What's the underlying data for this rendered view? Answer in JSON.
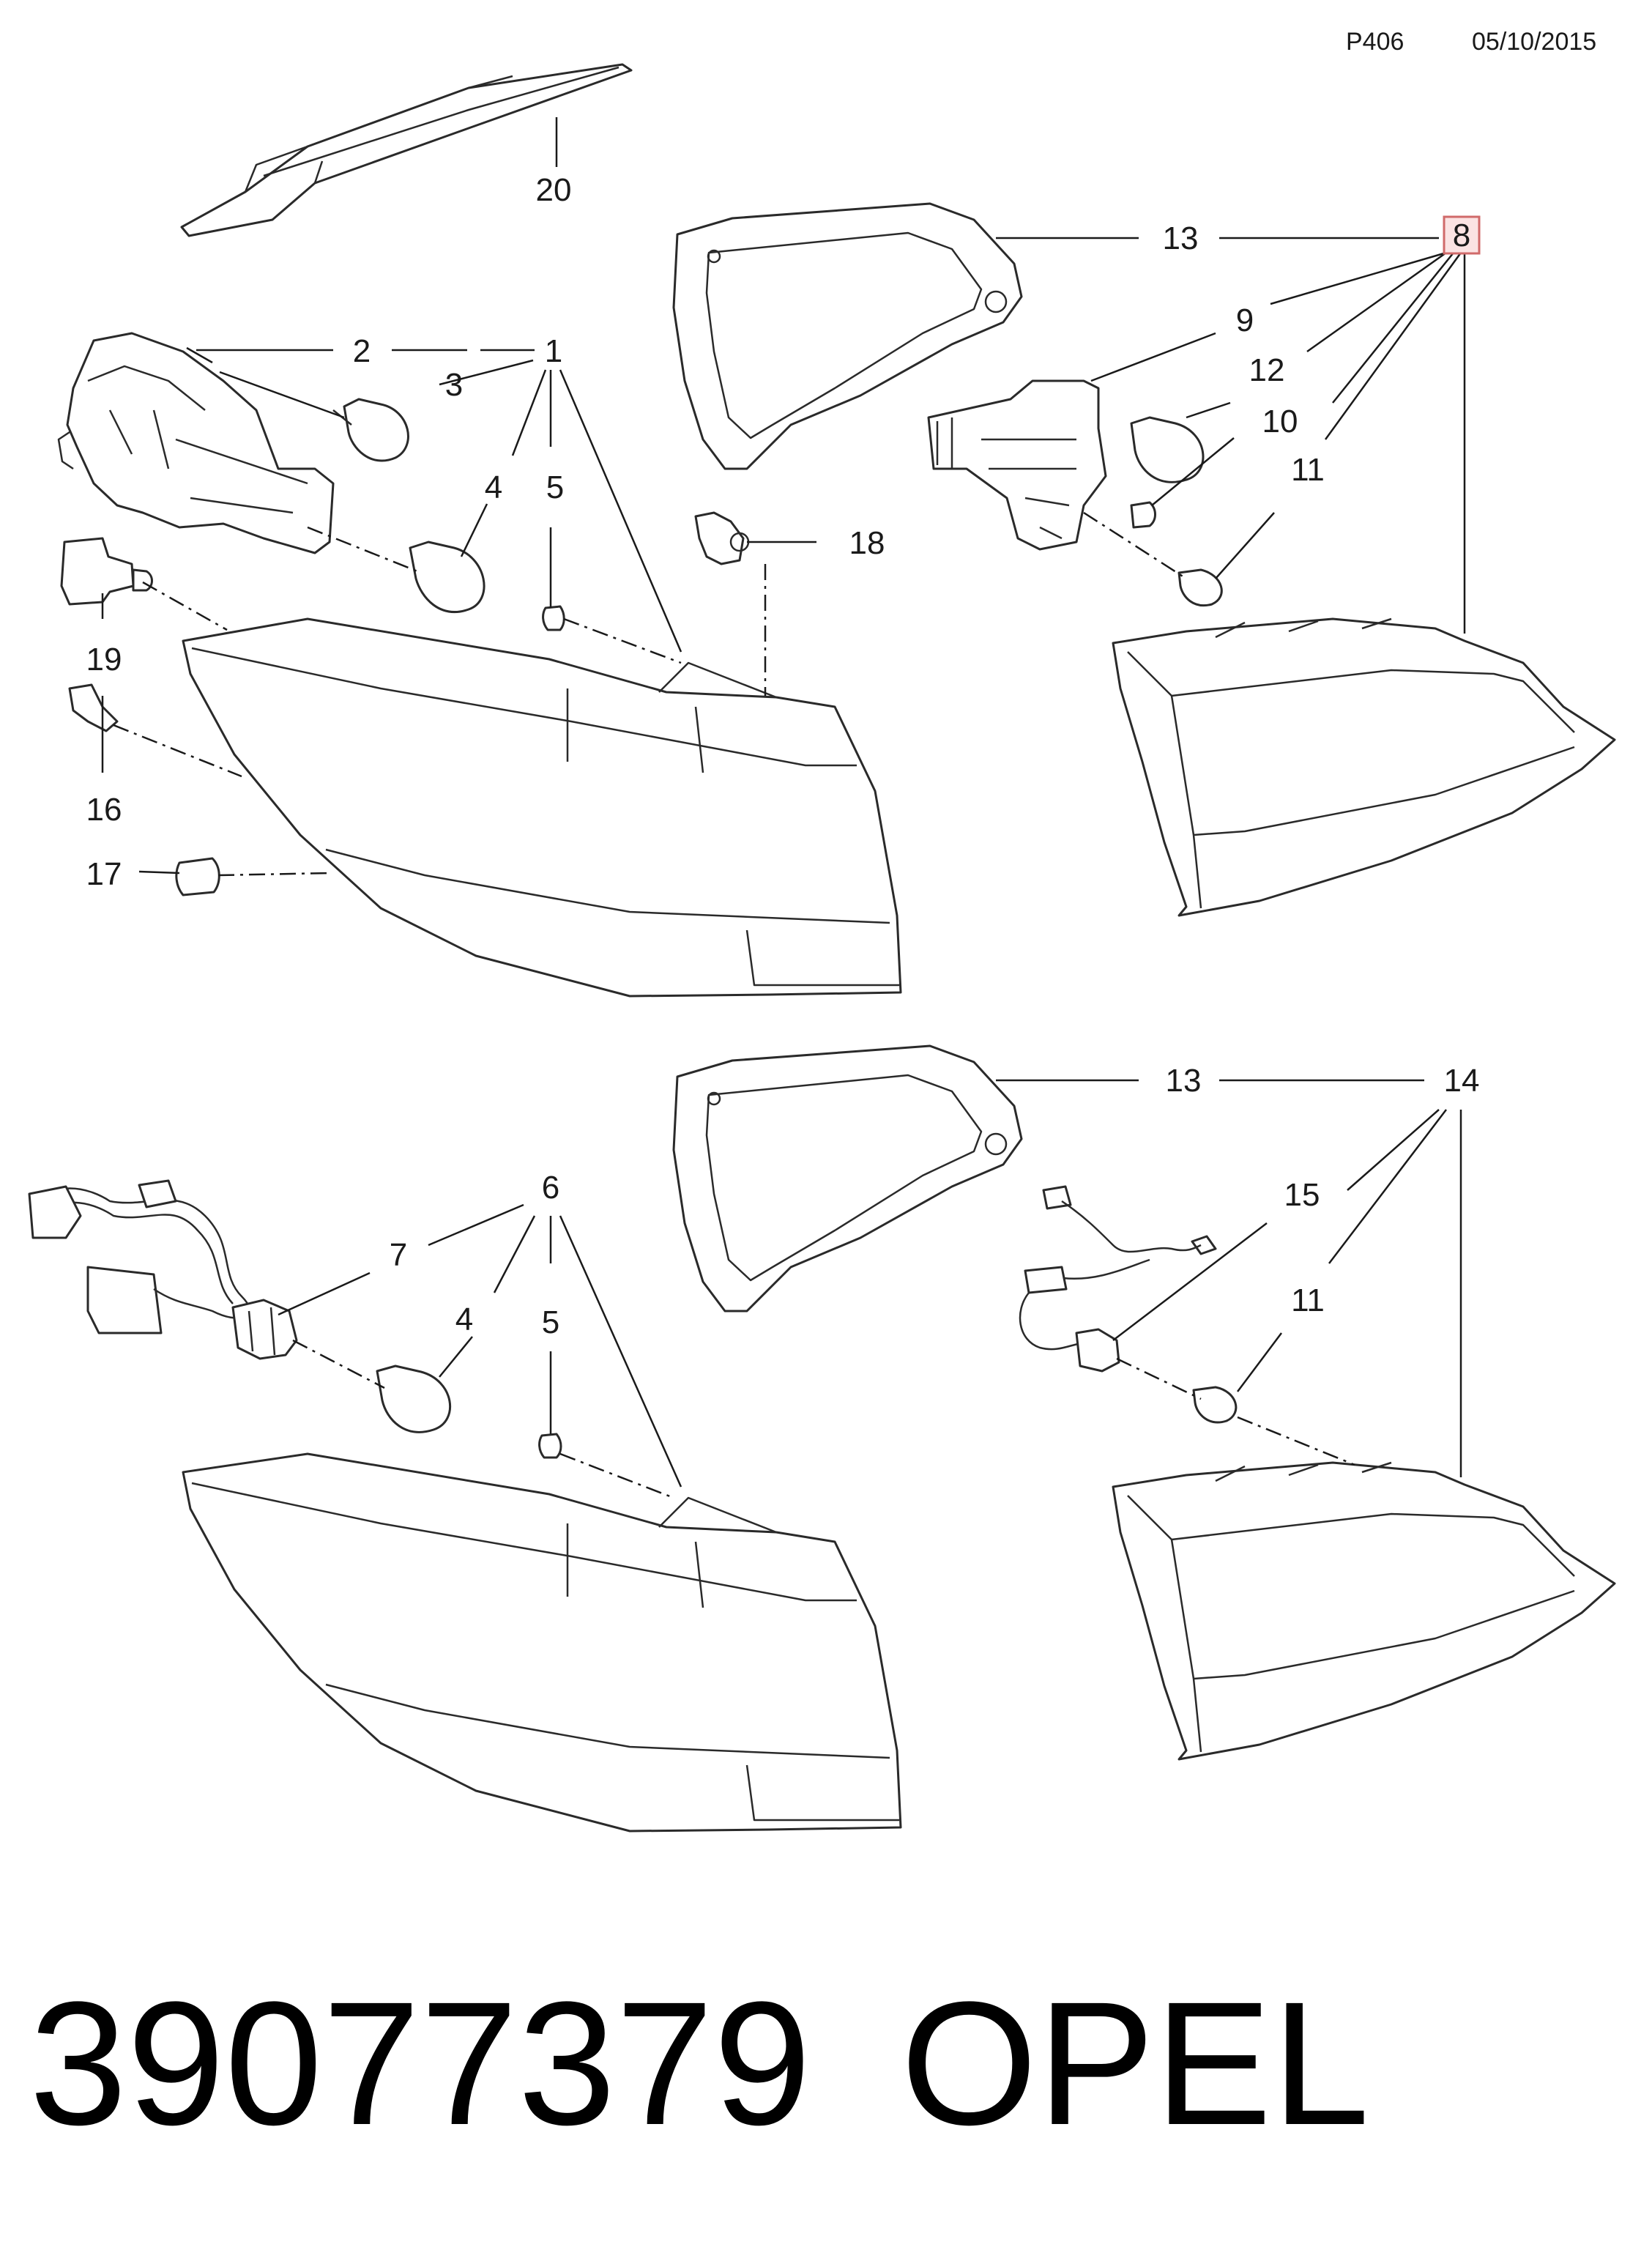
{
  "header": {
    "code": "P406",
    "date": "05/10/2015"
  },
  "callouts": {
    "c1": "1",
    "c2": "2",
    "c3": "3",
    "c4a": "4",
    "c5a": "5",
    "c6": "6",
    "c7": "7",
    "c4b": "4",
    "c5b": "5",
    "c8": "8",
    "c9": "9",
    "c10": "10",
    "c11a": "11",
    "c12": "12",
    "c13a": "13",
    "c13b": "13",
    "c14": "14",
    "c15": "15",
    "c11b": "11",
    "c16": "16",
    "c17": "17",
    "c18": "18",
    "c19": "19",
    "c20": "20"
  },
  "footer": {
    "part_number": "39077379",
    "brand": "OPEL"
  }
}
